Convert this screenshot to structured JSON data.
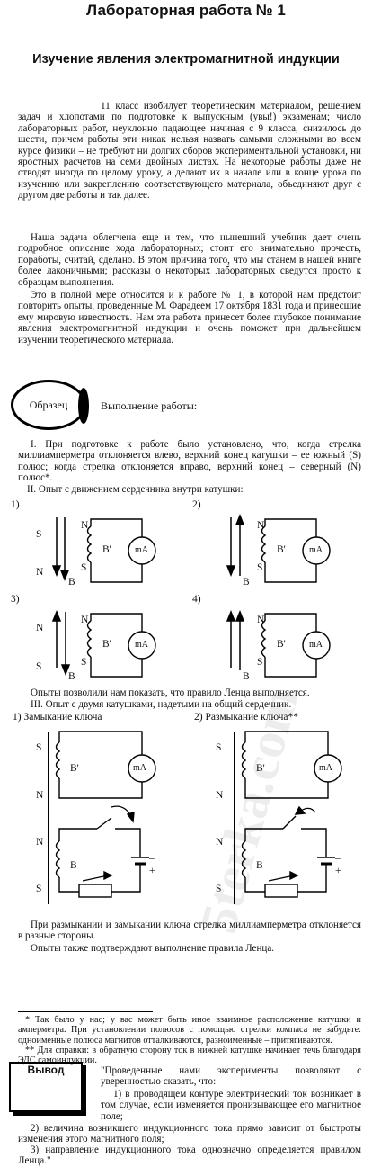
{
  "title": "Лабораторная работа № 1",
  "subtitle": "Изучение явления электромагнитной индукции",
  "intro": [
    "11 класс изобилует теоретическим материалом, решением задач и хлопотами по подготовке к выпускным (увы!) экзаменам; число лабораторных работ, неуклонно падающее начиная с 9 класса, снизилось до шести, причем работы эти никак нельзя назвать самыми сложными во всем курсе физики – не требуют ни долгих сборов экспериментальной установки, ни яростных расчетов на семи двойных листах. На некоторые работы даже не отводят иногда по целому уроку, а делают их в начале или в конце урока по изучению или закреплению соответствующего материала, объединяют друг с другом две работы и так далее.",
    "Наша задача облегчена еще и тем, что нынешний учебник дает очень подробное описание хода лабораторных; стоит его внимательно прочесть, поработы, считай, сделано. В этом причина того, что мы станем в нашей книге более лаконичными; рассказы о некоторых лабораторных сведутся просто к образцам выполнения.",
    "Это в полной мере относится и к работе № 1, в которой нам предстоит повторить опыты, проведенные М. Фарадеем 17 октября 1831 года и принесшие ему мировую известность. Нам эта работа принесет более глубокое понимание явления электромагнитной индукции и очень поможет при дальнейшем изучении теоретического материала."
  ],
  "sample_badge": "Образец",
  "execution_label": "Выполнение работы:",
  "step1": "I. При подготовке к работе было установлено, что, когда стрелка миллиамперметра отклоняется влево, верхний конец катушки – ее южный (S) полюс; когда стрелка отклоняется вправо, верхний конец – северный (N) полюс*.",
  "step2": "II. Опыт с движением сердечника внутри катушки:",
  "exp_labels": [
    "1)",
    "2)",
    "3)",
    "4)"
  ],
  "pole_s": "S",
  "pole_n": "N",
  "meter": "mA",
  "field_b1": "B'",
  "field_b": "B",
  "step2_result": "Опыты позволили нам показать, что правило Ленца выполняется.",
  "step3": "III. Опыт с двумя катушками, надетыми на общий сердечник.",
  "close_label": "1) Замыкание ключа",
  "open_label": "2) Размыкание ключа**",
  "minus": "–",
  "plus": "+",
  "result1": "При размыкании и замыкании ключа стрелка миллиамперметра отклоняется в разные стороны.",
  "result2": "Опыты также подтверждают выполнение правила Ленца.",
  "footnote1": "* Так было у нас; у вас может быть иное взаимное расположение катушки и амперметра. При установлении полюсов с помощью стрелки компаса не забудьте: одноименные полюса магнитов отталкиваются, разноименные – притягиваются.",
  "footnote2": "** Для справки: в обратную сторону ток в нижней катушке начинает течь благодаря ЭДС самоиндукции.",
  "conclusion_badge": "Вывод",
  "conclusion_intro": "\"Проведенные нами эксперименты позволяют с уверенностью сказать, что:",
  "conclusion_items": [
    "1) в проводящем контуре электрический ток возникает в том случае, если изменяется пронизывающее его магнитное поле;",
    "2) величина возникшего индукционного тока прямо зависит от быстроты изменения этого магнитного поля;",
    "3) направление индукционного тока однозначно определяется правилом Ленца.\""
  ],
  "watermark": "5terka.com"
}
